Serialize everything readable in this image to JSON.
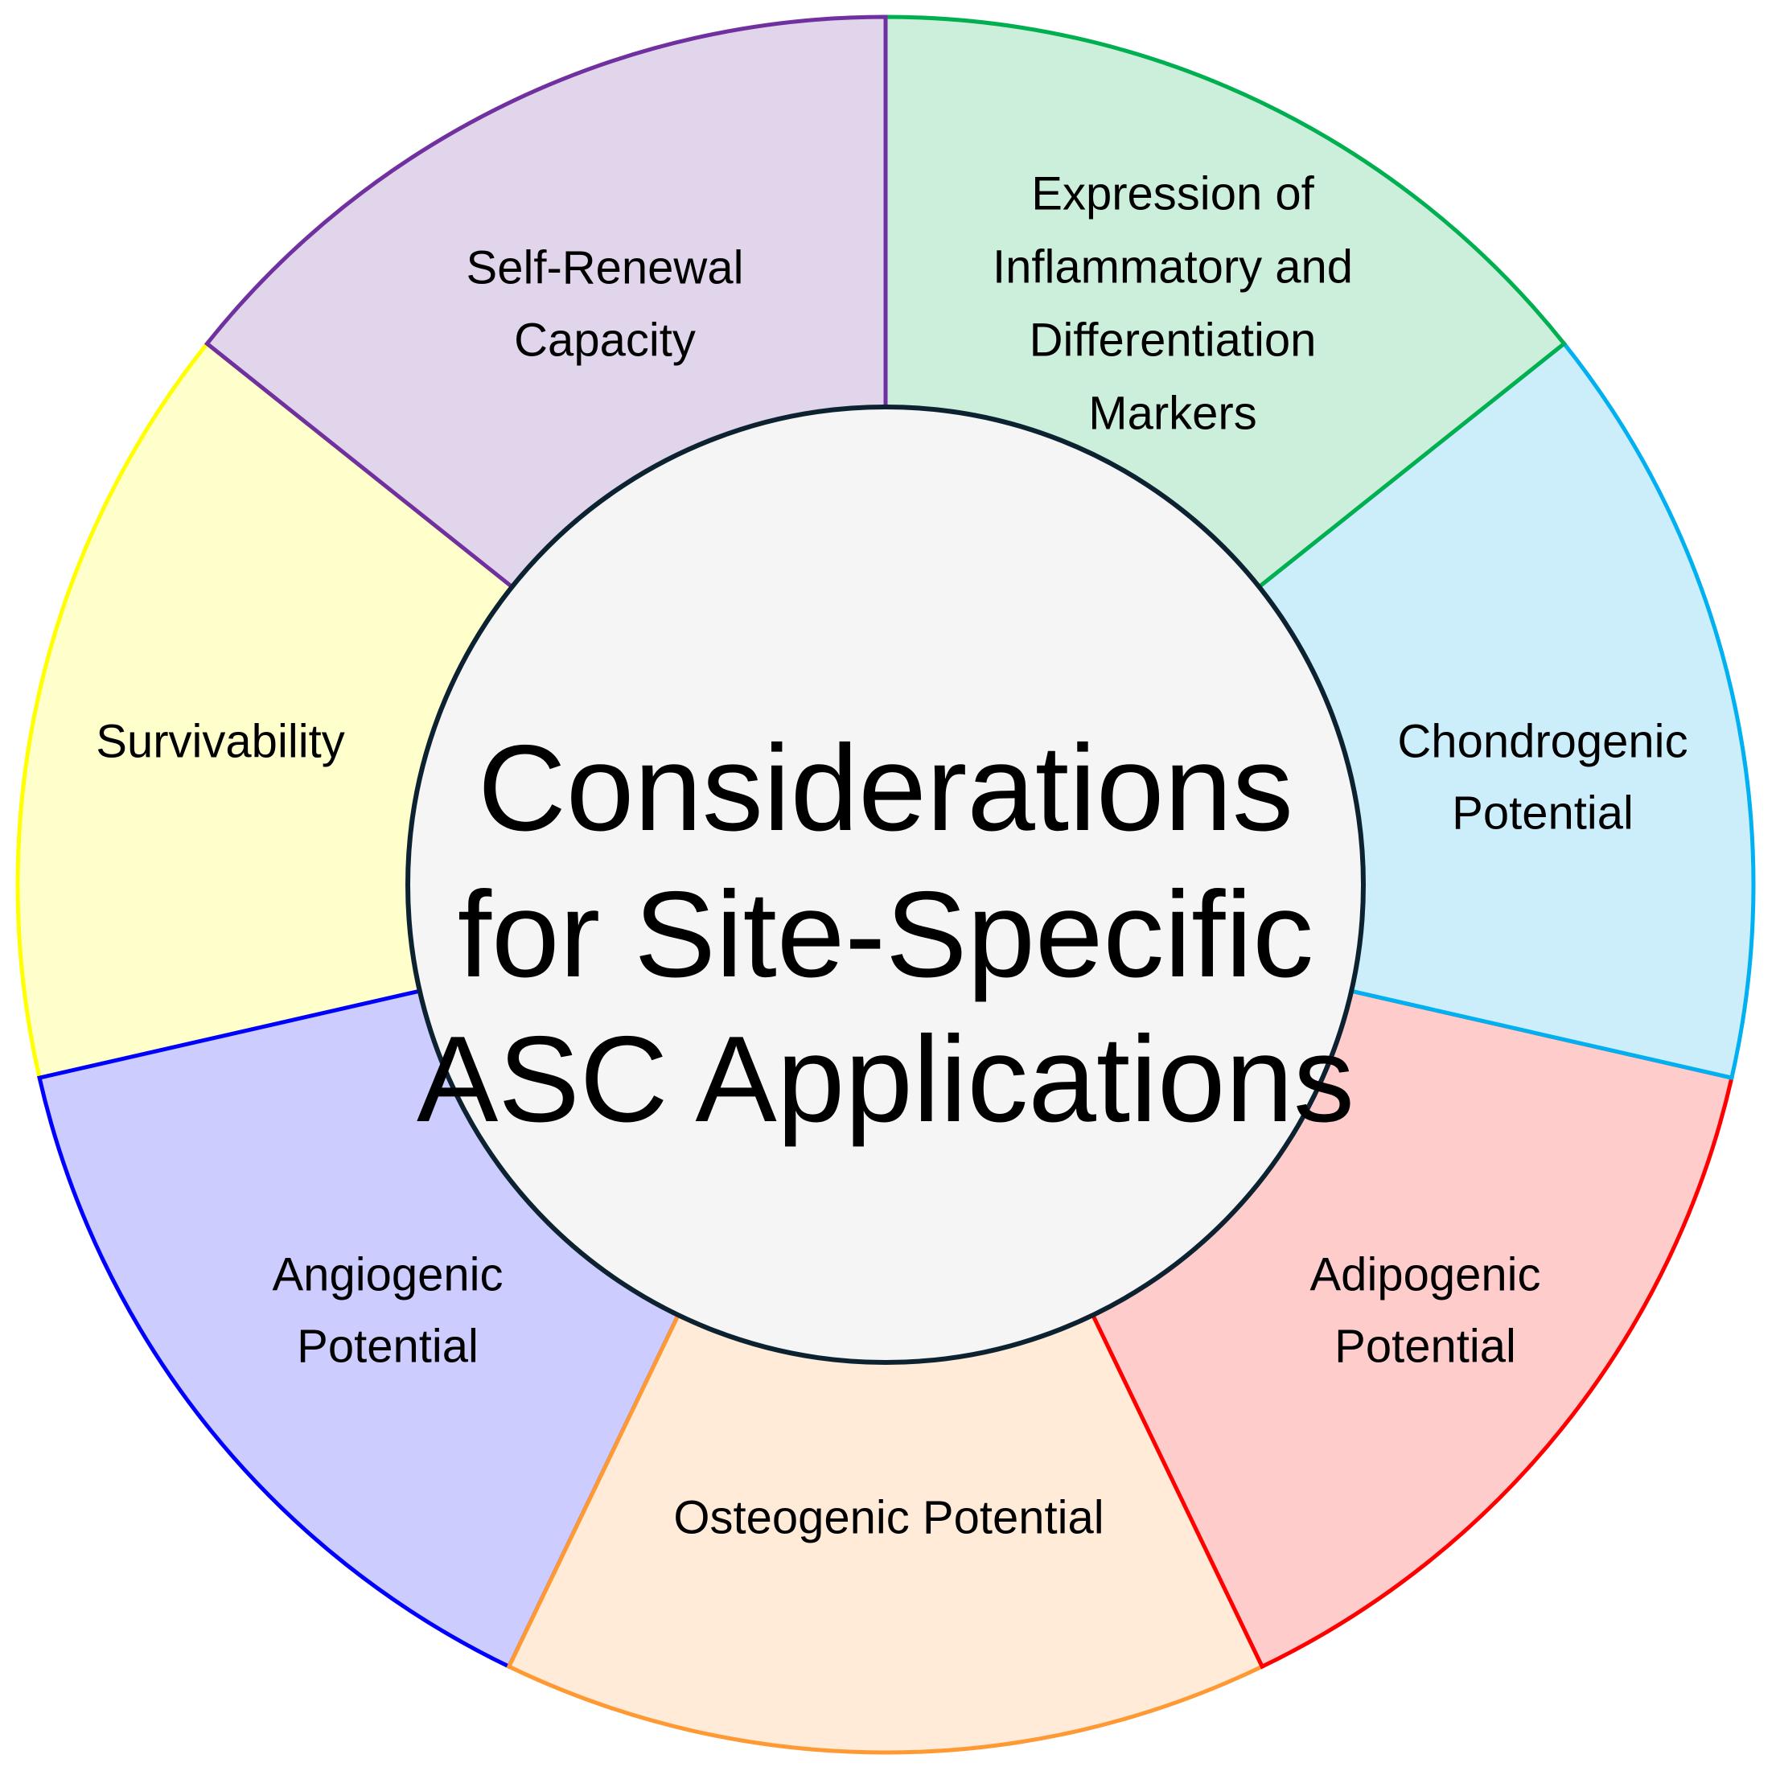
{
  "center": {
    "title_lines": [
      "Considerations",
      "for Site-Specific",
      "ASC Applications"
    ],
    "fill": "#F5F5F5",
    "stroke": "#0C2231"
  },
  "segments": [
    {
      "id": "self-renewal",
      "lines": [
        "Self-Renewal",
        "Capacity"
      ],
      "fill": "#E1D5EB",
      "stroke": "#7030A0"
    },
    {
      "id": "markers",
      "lines": [
        "Expression of",
        "Inflammatory and",
        "Differentiation",
        "Markers"
      ],
      "fill": "#CCEFDC",
      "stroke": "#00B050"
    },
    {
      "id": "chondrogenic",
      "lines": [
        "Chondrogenic",
        "Potential"
      ],
      "fill": "#CCEEFA",
      "stroke": "#00B0F0"
    },
    {
      "id": "adipogenic",
      "lines": [
        "Adipogenic",
        "Potential"
      ],
      "fill": "#FFCCCC",
      "stroke": "#FF0000"
    },
    {
      "id": "osteogenic",
      "lines": [
        "Osteogenic Potential"
      ],
      "fill": "#FFEBD7",
      "stroke": "#FF9933"
    },
    {
      "id": "angiogenic",
      "lines": [
        "Angiogenic",
        "Potential"
      ],
      "fill": "#CCCCFF",
      "stroke": "#0000FF"
    },
    {
      "id": "survivability",
      "lines": [
        "Survivability"
      ],
      "fill": "#FFFFCC",
      "stroke": "#FFFF00"
    }
  ]
}
